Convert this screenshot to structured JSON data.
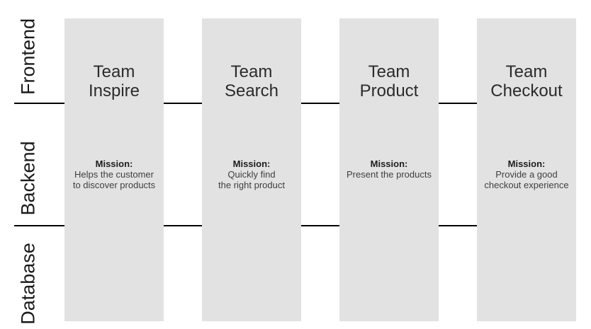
{
  "diagram": {
    "row_labels": [
      {
        "label": "Frontend"
      },
      {
        "label": "Backend"
      },
      {
        "label": "Database"
      }
    ],
    "mission_label": "Mission:",
    "teams": [
      {
        "title": "Team\nInspire",
        "mission": "Helps the customer\nto discover products"
      },
      {
        "title": "Team\nSearch",
        "mission": "Quickly find\nthe right product"
      },
      {
        "title": "Team\nProduct",
        "mission": "Present the products"
      },
      {
        "title": "Team\nCheckout",
        "mission": "Provide a good\ncheckout experience"
      }
    ],
    "colors": {
      "page_bg": "#ffffff",
      "column_bg": "#e2e2e2",
      "line": "#000000",
      "label_text": "#1a1a1a",
      "title_text": "#2b2b2b",
      "mission_label_text": "#1d1d1d",
      "mission_text": "#3f3f3f"
    }
  }
}
